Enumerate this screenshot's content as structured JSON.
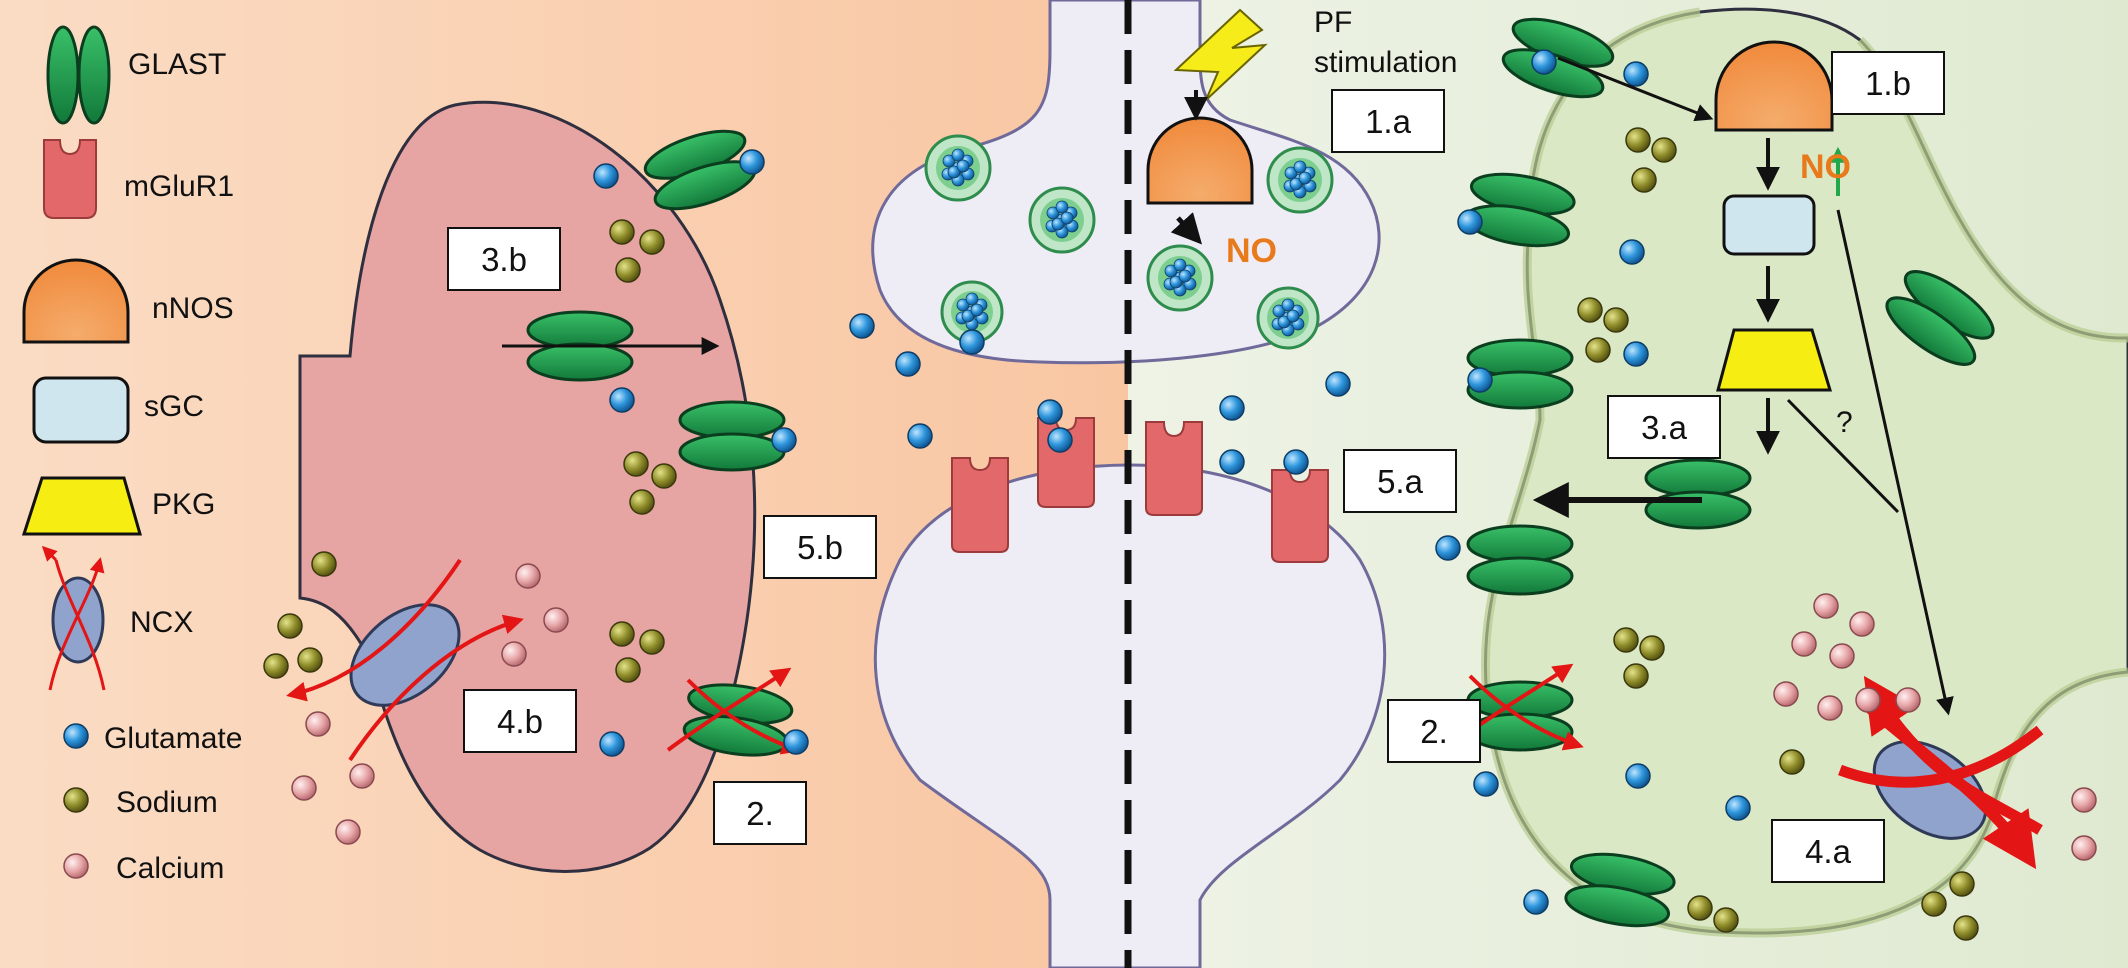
{
  "legend": {
    "glast": "GLAST",
    "mglur1": "mGluR1",
    "nnos": "nNOS",
    "sgc": "sGC",
    "pkg": "PKG",
    "ncx": "NCX",
    "glutamate": "Glutamate",
    "sodium": "Sodium",
    "calcium": "Calcium"
  },
  "stimulus": {
    "line1": "PF",
    "line2": "stimulation"
  },
  "labels": {
    "l1a": "1.a",
    "l1b": "1.b",
    "l2_left": "2.",
    "l2_right": "2.",
    "l3a": "3.a",
    "l3b": "3.b",
    "l4a": "4.a",
    "l4b": "4.b",
    "l5a": "5.a",
    "l5b": "5.b"
  },
  "no_text": "NO",
  "question": "?",
  "colors": {
    "left_bg": "#fbd3b6",
    "right_bg": "#e3ebd6",
    "glia_left": "#e4a0a0",
    "glia_right": "#dce8c8",
    "neuron": "#eeecf5",
    "glast": "#1e9a47",
    "mglur1": "#e2686a",
    "nnos": "#f19549",
    "sgc": "#cfe6ef",
    "pkg": "#f6ee12",
    "ncx": "#90a3cc",
    "glutamate": "#2e8dd1",
    "sodium": "#8e8c2a",
    "calcium": "#e4a2a5",
    "no": "#e87a1c",
    "arrow_up": "#22a84a",
    "red_arrow": "#e31515"
  }
}
